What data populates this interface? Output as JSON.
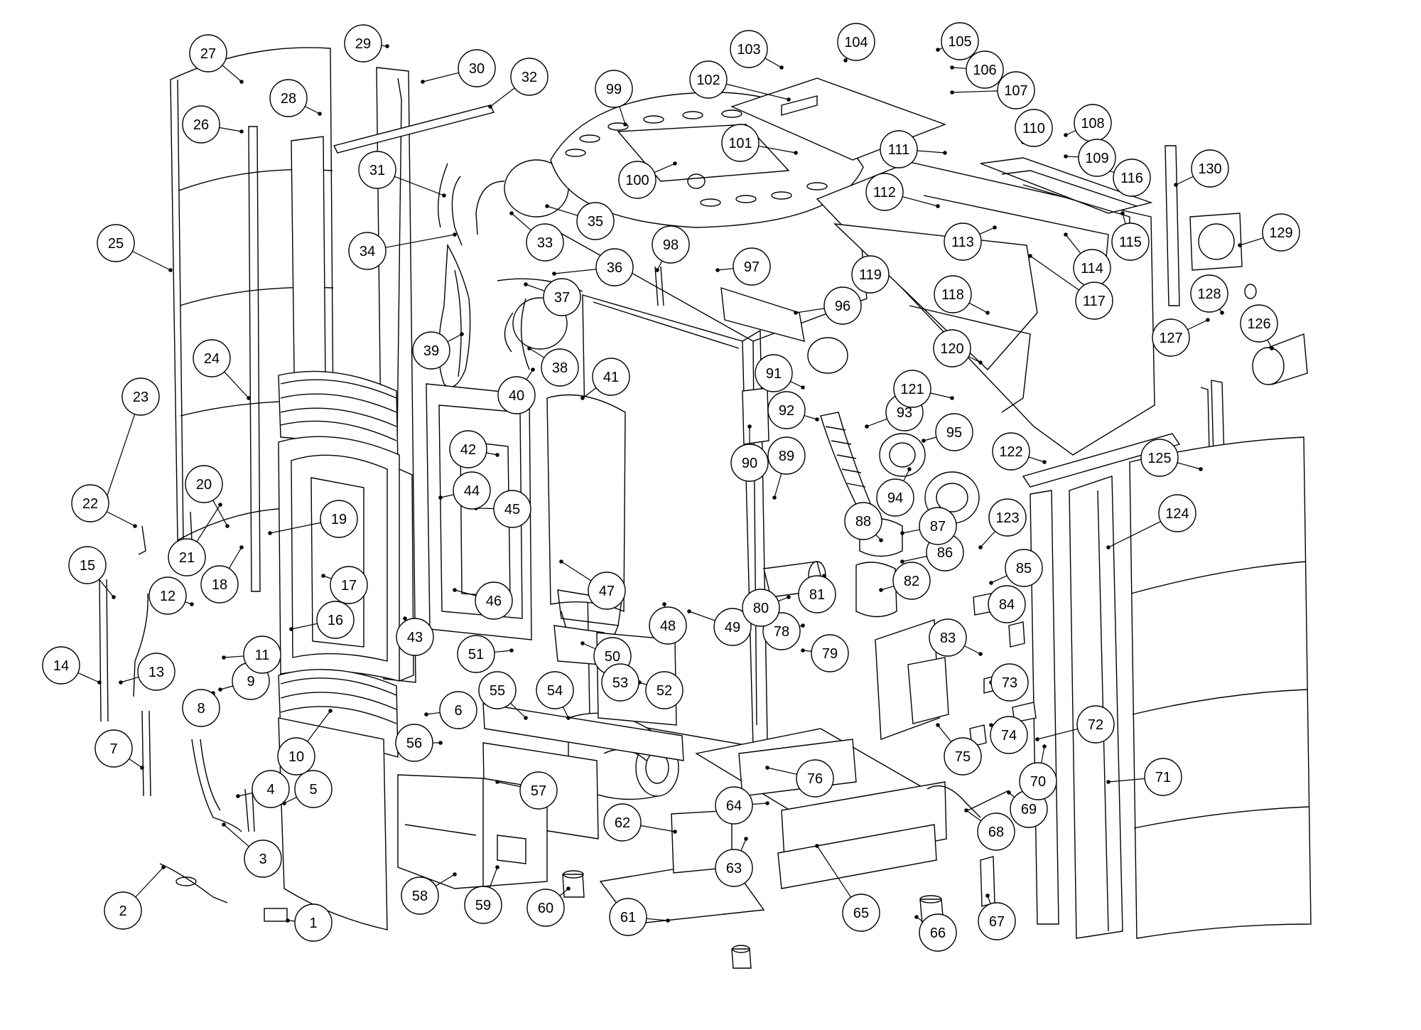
{
  "diagram": {
    "colors": {
      "ink": "#000000",
      "part_fill": "#ffffff",
      "shade": "#e6e6e6"
    },
    "callouts": [
      "1",
      "2",
      "3",
      "4",
      "5",
      "6",
      "7",
      "8",
      "9",
      "10",
      "11",
      "12",
      "13",
      "14",
      "15",
      "16",
      "17",
      "18",
      "19",
      "20",
      "21",
      "22",
      "23",
      "24",
      "25",
      "26",
      "27",
      "28",
      "29",
      "30",
      "31",
      "32",
      "33",
      "34",
      "35",
      "36",
      "37",
      "38",
      "39",
      "40",
      "41",
      "42",
      "43",
      "44",
      "45",
      "46",
      "47",
      "48",
      "49",
      "50",
      "51",
      "52",
      "53",
      "54",
      "55",
      "56",
      "57",
      "58",
      "59",
      "60",
      "61",
      "62",
      "63",
      "64",
      "65",
      "66",
      "67",
      "68",
      "69",
      "70",
      "71",
      "72",
      "73",
      "74",
      "75",
      "76",
      "78",
      "79",
      "80",
      "81",
      "82",
      "83",
      "84",
      "85",
      "86",
      "87",
      "88",
      "89",
      "90",
      "91",
      "92",
      "93",
      "94",
      "95",
      "96",
      "97",
      "98",
      "99",
      "100",
      "101",
      "102",
      "103",
      "104",
      "105",
      "106",
      "107",
      "108",
      "109",
      "110",
      "111",
      "112",
      "113",
      "114",
      "115",
      "116",
      "117",
      "118",
      "119",
      "120",
      "121",
      "122",
      "123",
      "124",
      "125",
      "126",
      "127",
      "128",
      "129",
      "130"
    ]
  }
}
